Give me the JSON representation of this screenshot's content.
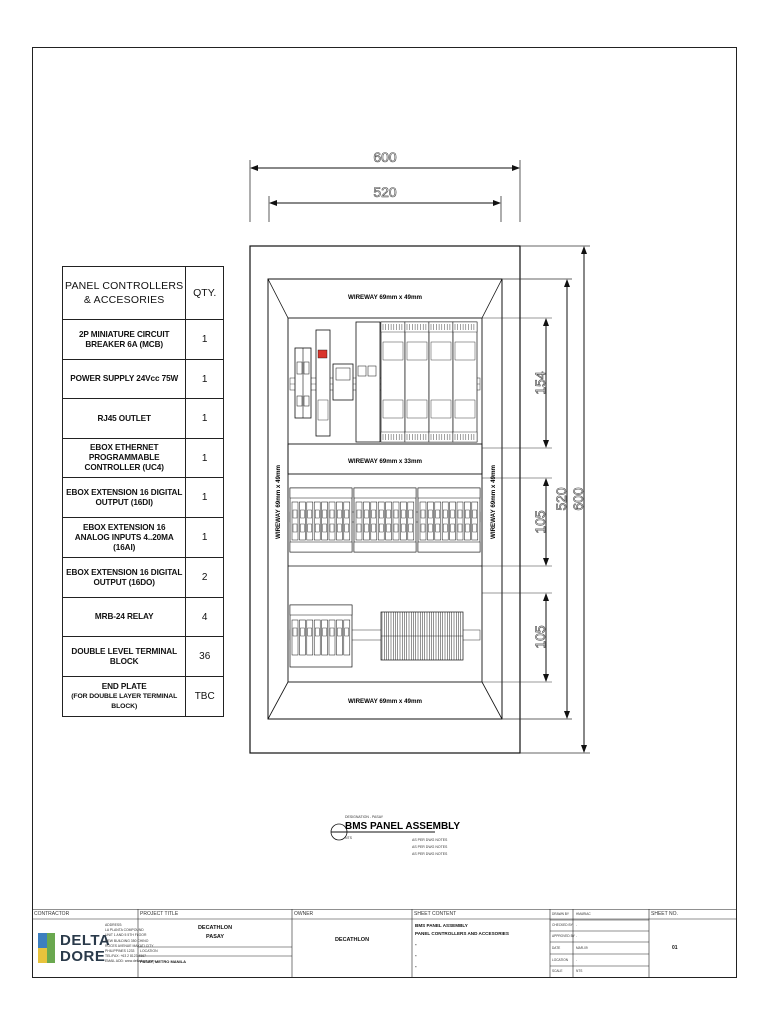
{
  "dimensions": {
    "top_outer": "600",
    "top_inner": "520",
    "right_segment_1": "154",
    "right_segment_2": "105",
    "right_segment_3": "105",
    "right_inner": "520",
    "right_outer": "600"
  },
  "bom": {
    "header_desc": "PANEL CONTROLLERS & ACCESORIES",
    "header_qty": "QTY.",
    "rows": [
      {
        "desc": "2P MINIATURE CIRCUIT BREAKER 6A (MCB)",
        "qty": "1"
      },
      {
        "desc": "POWER SUPPLY 24Vcc 75W",
        "qty": "1"
      },
      {
        "desc": "RJ45 OUTLET",
        "qty": "1"
      },
      {
        "desc": "EBOX ETHERNET PROGRAMMABLE CONTROLLER (UC4)",
        "qty": "1"
      },
      {
        "desc": "EBOX EXTENSION 16 DIGITAL OUTPUT (16DI)",
        "qty": "1"
      },
      {
        "desc": "EBOX EXTENSION 16 ANALOG INPUTS 4..20MA (16AI)",
        "qty": "1"
      },
      {
        "desc": "EBOX EXTENSION 16 DIGITAL OUTPUT (16DO)",
        "qty": "2"
      },
      {
        "desc": "MRB-24 RELAY",
        "qty": "4"
      },
      {
        "desc": "DOUBLE LEVEL TERMINAL BLOCK",
        "qty": "36"
      },
      {
        "desc": "END PLATE",
        "desc_sub": "(FOR DOUBLE LAYER TERMINAL BLOCK)",
        "qty": "TBC"
      }
    ]
  },
  "panel": {
    "wireway_top": "WIREWAY 69mm x 49mm",
    "wireway_mid": "WIREWAY 69mm x 33mm",
    "wireway_bottom": "WIREWAY 69mm x 49mm",
    "wireway_left": "WIREWAY 69mm x 49mm",
    "wireway_right": "WIREWAY 69mm x 49mm"
  },
  "drawing_title": {
    "small_caption": "DESIGNATION - PASAY",
    "title": "BMS PANEL ASSEMBLY",
    "scale_note": "NTS",
    "notes": [
      "AS PER DWG NOTES",
      "AS PER DWG NOTES",
      "AS PER DWG NOTES"
    ]
  },
  "title_block": {
    "contractor_label": "CONTRACTOR",
    "address_lines": [
      "ADDRESS:",
      "LA PLANTA COMPOUND",
      "UNIT 1 AND 5 5TH FLOOR",
      "NEW BUILDING 350 CHINO",
      "ROCES AVENUE MAKATI CITY",
      "PHILIPPINES 1233",
      "TEL/FAX: +63 2 8123 4567",
      "EMAIL ADD: www.deltadore.com"
    ],
    "logo_line1": "DELTA",
    "logo_line2": "DORE",
    "project_label": "PROJECT TITLE",
    "project_title_1": "DECATHLON",
    "project_title_2": "PASAY",
    "location_label": "LOCATION",
    "location_value": "PASAY, METRO MANILA",
    "owner_label": "OWNER",
    "owner_value": "DECATHLON",
    "sheet_contents_label": "SHEET CONTENT",
    "sheet_contents_1": "BMS PANEL ASSEMBLY",
    "sheet_contents_2": "PANEL CONTROLLERS AND ACCESORIES",
    "sheet_contents_bullets": [
      "-",
      "-",
      "-"
    ],
    "meta": [
      {
        "label": "DRAWN BY",
        "value": "HMARIAC"
      },
      {
        "label": "CHECKED BY",
        "value": "-"
      },
      {
        "label": "APPROVED BY",
        "value": "-"
      },
      {
        "label": "DATE",
        "value": "MAR-09"
      },
      {
        "label": "LOCATION",
        "value": "-"
      },
      {
        "label": "SCALE",
        "value": "NTS"
      }
    ],
    "sheet_no_label": "SHEET NO.",
    "sheet_no": "01"
  },
  "colors": {
    "line": "#222222",
    "component_red": "#d9342b",
    "logo_green": "#6aa84f",
    "logo_yellow": "#e8c33c",
    "logo_blue": "#3d7fbf"
  }
}
